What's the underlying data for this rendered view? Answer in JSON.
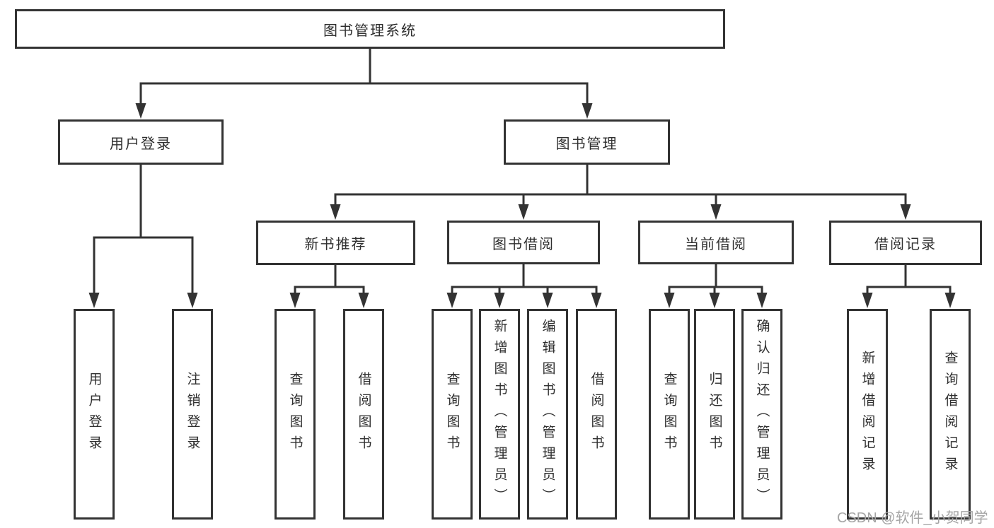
{
  "hierarchy": {
    "label": "图书管理系统",
    "children": [
      {
        "label": "用户登录",
        "children": [
          {
            "label": "用户登录"
          },
          {
            "label": "注销登录"
          }
        ]
      },
      {
        "label": "图书管理",
        "children": [
          {
            "label": "新书推荐",
            "children": [
              {
                "label": "查询图书"
              },
              {
                "label": "借阅图书"
              }
            ]
          },
          {
            "label": "图书借阅",
            "children": [
              {
                "label": "查询图书"
              },
              {
                "label": "新增图书（管理员）"
              },
              {
                "label": "编辑图书（管理员）"
              },
              {
                "label": "借阅图书"
              }
            ]
          },
          {
            "label": "当前借阅",
            "children": [
              {
                "label": "查询图书"
              },
              {
                "label": "归还图书"
              },
              {
                "label": "确认归还（管理员）"
              }
            ]
          },
          {
            "label": "借阅记录",
            "children": [
              {
                "label": "新增借阅记录"
              },
              {
                "label": "查询借阅记录"
              }
            ]
          }
        ]
      }
    ]
  },
  "watermark": {
    "text": "CSDN @软件_小贺同学"
  },
  "colors": {
    "line": "#333333",
    "border": "#333333",
    "text": "#2f2f2f",
    "watermark": "#a5a5a5",
    "bg": "#ffffff"
  }
}
